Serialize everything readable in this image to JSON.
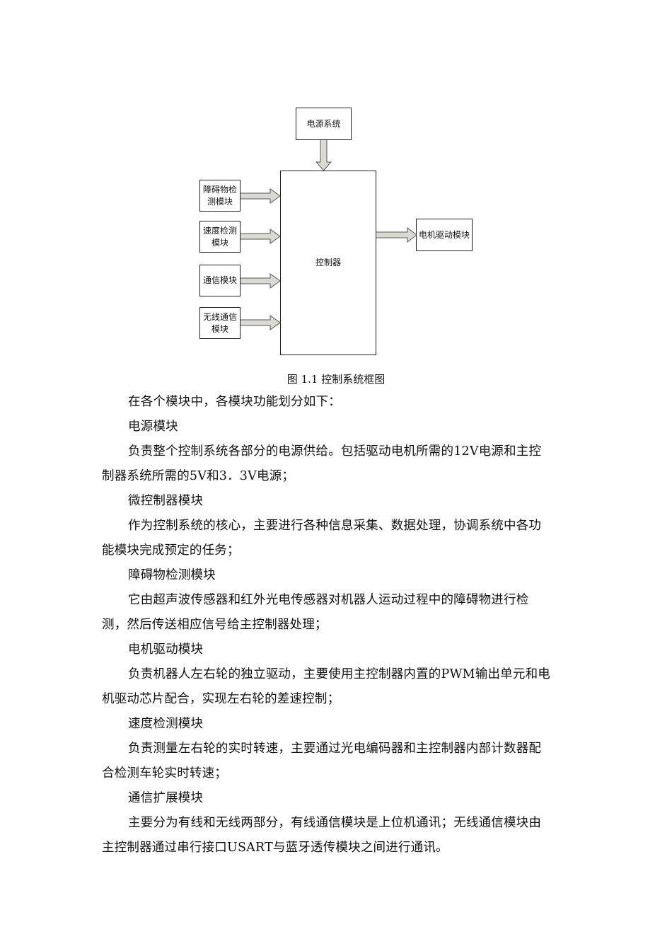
{
  "diagram": {
    "power": "电源系统",
    "controller": "控制器",
    "motor": "电机驱动模块",
    "inputs": [
      "障碍物检\n测模块",
      "速度检测\n模块",
      "通信模块",
      "无线通信\n模块"
    ]
  },
  "caption": "图 1.1 控制系统框图",
  "lines": [
    {
      "text": "在各个模块中，各模块功能划分如下：",
      "indent": true
    },
    {
      "text": "电源模块",
      "indent": true
    },
    {
      "text": "负责整个控制系统各部分的电源供给。包括驱动电机所需的12V电源和主控",
      "indent": true
    },
    {
      "text": "制器系统所需的5V和3．3V电源；",
      "indent": false
    },
    {
      "text": "微控制器模块",
      "indent": true
    },
    {
      "text": "作为控制系统的核心，主要进行各种信息采集、数据处理，协调系统中各功",
      "indent": true
    },
    {
      "text": "能模块完成预定的任务；",
      "indent": false
    },
    {
      "text": "障碍物检测模块",
      "indent": true
    },
    {
      "text": "它由超声波传感器和红外光电传感器对机器人运动过程中的障碍物进行检",
      "indent": true
    },
    {
      "text": "测，然后传送相应信号给主控制器处理；",
      "indent": false
    },
    {
      "text": "电机驱动模块",
      "indent": true
    },
    {
      "text": "负责机器人左右轮的独立驱动，主要使用主控制器内置的PWM输出单元和电",
      "indent": true
    },
    {
      "text": "机驱动芯片配合，实现左右轮的差速控制；",
      "indent": false
    },
    {
      "text": "速度检测模块",
      "indent": true
    },
    {
      "text": "负责测量左右轮的实时转速，主要通过光电编码器和主控制器内部计数器配",
      "indent": true
    },
    {
      "text": "合检测车轮实时转速；",
      "indent": false
    },
    {
      "text": "通信扩展模块",
      "indent": true
    },
    {
      "text": "主要分为有线和无线两部分，有线通信模块是上位机通讯；无线通信模块由",
      "indent": true
    },
    {
      "text": "主控制器通过串行接口USART与蓝牙透传模块之间进行通讯。",
      "indent": false
    }
  ]
}
